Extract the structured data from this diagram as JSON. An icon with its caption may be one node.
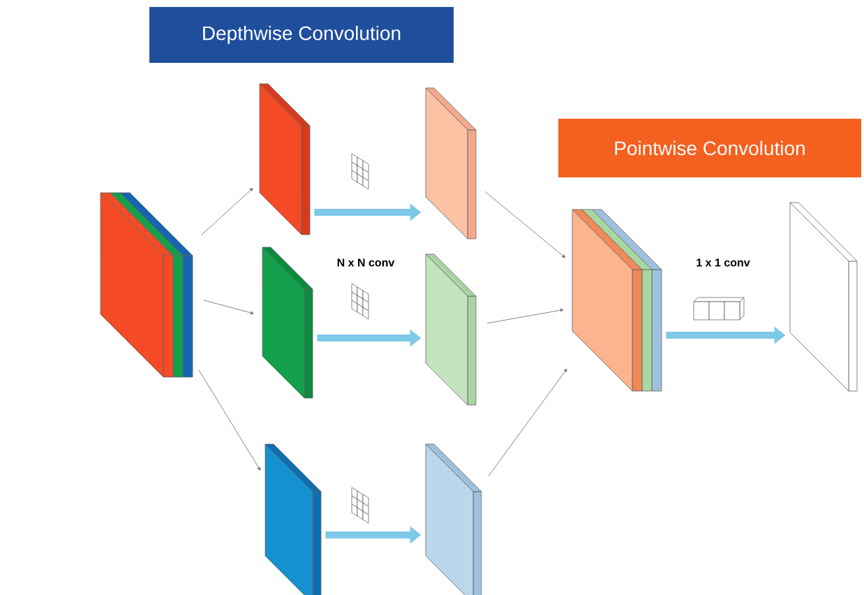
{
  "diagram": {
    "nodes": [
      {
        "text": [
          "Depthwise Convolution"
        ]
      },
      {
        "text": [
          "Pointwise Convolution"
        ]
      },
      {
        "text": [],
        "shape": "box"
      },
      {
        "text": [],
        "shape": "box"
      },
      {
        "text": [],
        "shape": "box"
      },
      {
        "text": [],
        "shape": "box"
      },
      {
        "text": [],
        "shape": "box"
      },
      {
        "text": [],
        "shape": "box"
      },
      {
        "text": [],
        "shape": "box"
      },
      {
        "text": [],
        "shape": "box"
      },
      {
        "text": [],
        "shape": "box"
      }
    ],
    "edges": [
      {
        "from": 2,
        "to": 3,
        "arrow": "to"
      },
      {
        "from": 2,
        "to": 4,
        "arrow": "to"
      },
      {
        "from": 2,
        "to": 5,
        "arrow": "to"
      },
      {
        "from": 3,
        "to": 6,
        "arrow": "to",
        "style": "thick",
        "color": "#7ec8e8"
      },
      {
        "from": 4,
        "to": 7,
        "arrow": "to",
        "style": "thick",
        "color": "#7ec8e8"
      },
      {
        "from": 5,
        "to": 8,
        "arrow": "to",
        "style": "thick",
        "color": "#7ec8e8"
      },
      {
        "from": 6,
        "to": 9,
        "arrow": "to"
      },
      {
        "from": 7,
        "to": 9,
        "arrow": "to"
      },
      {
        "from": 8,
        "to": 9,
        "arrow": "to"
      },
      {
        "from": 9,
        "to": 10,
        "arrow": "to",
        "style": "thick",
        "color": "#7ec8e8"
      }
    ],
    "labels": [
      "N x N conv",
      "1 x 1 conv"
    ]
  }
}
